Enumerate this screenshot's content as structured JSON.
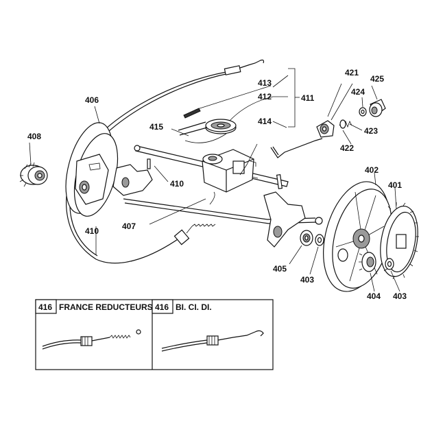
{
  "callouts": {
    "c413": "413",
    "c412": "412",
    "c411": "411",
    "c414": "414",
    "c421": "421",
    "c424": "424",
    "c425": "425",
    "c423": "423",
    "c422": "422",
    "c406": "406",
    "c408": "408",
    "c415": "415",
    "c410a": "410",
    "c402": "402",
    "c401": "401",
    "c407": "407",
    "c410b": "410",
    "c405": "405",
    "c403a": "403",
    "c404": "404",
    "c403b": "403"
  },
  "panels": {
    "left": {
      "code": "416",
      "title": "FRANCE REDUCTEURS"
    },
    "right": {
      "code": "416",
      "title": "BI. CI. DI."
    }
  }
}
